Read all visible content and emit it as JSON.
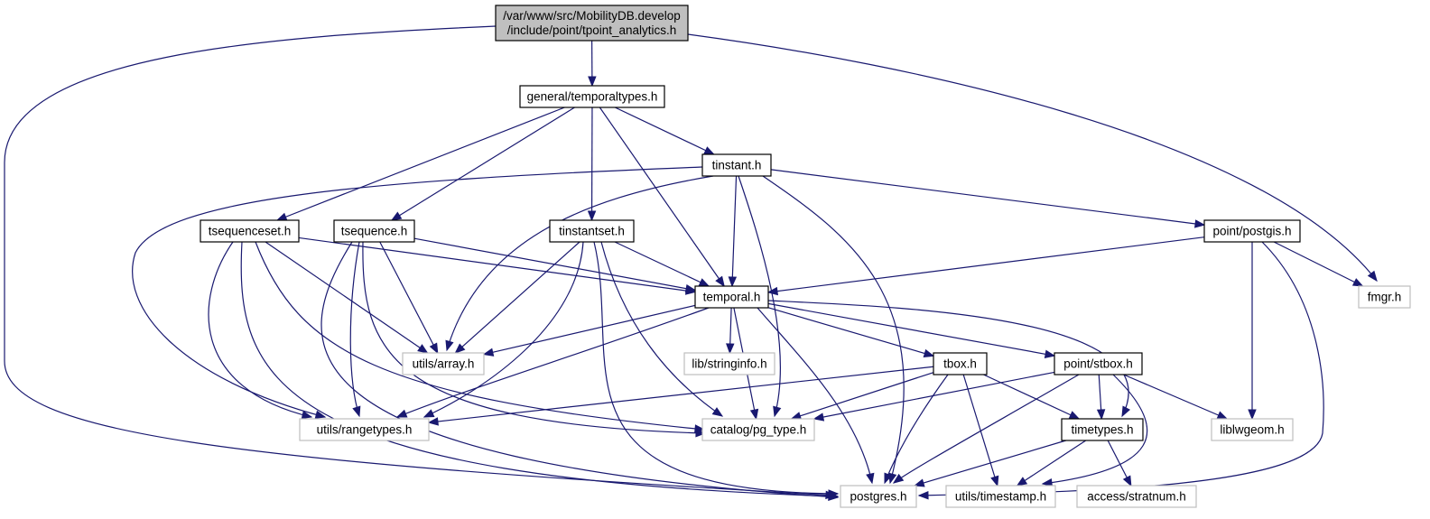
{
  "graph": {
    "nodes": [
      {
        "id": "main",
        "kind": "main",
        "lines": [
          "/var/www/src/MobilityDB.develop",
          "/include/point/tpoint_analytics.h"
        ]
      },
      {
        "id": "temporaltypes",
        "kind": "file",
        "lines": [
          "general/temporaltypes.h"
        ]
      },
      {
        "id": "tinstant",
        "kind": "file",
        "lines": [
          "tinstant.h"
        ]
      },
      {
        "id": "tsequenceset",
        "kind": "file",
        "lines": [
          "tsequenceset.h"
        ]
      },
      {
        "id": "tsequence",
        "kind": "file",
        "lines": [
          "tsequence.h"
        ]
      },
      {
        "id": "tinstantset",
        "kind": "file",
        "lines": [
          "tinstantset.h"
        ]
      },
      {
        "id": "postgis",
        "kind": "file",
        "lines": [
          "point/postgis.h"
        ]
      },
      {
        "id": "temporal",
        "kind": "file",
        "lines": [
          "temporal.h"
        ]
      },
      {
        "id": "fmgr",
        "kind": "ext",
        "lines": [
          "fmgr.h"
        ]
      },
      {
        "id": "array",
        "kind": "ext",
        "lines": [
          "utils/array.h"
        ]
      },
      {
        "id": "stringinfo",
        "kind": "ext",
        "lines": [
          "lib/stringinfo.h"
        ]
      },
      {
        "id": "tbox",
        "kind": "file",
        "lines": [
          "tbox.h"
        ]
      },
      {
        "id": "stbox",
        "kind": "file",
        "lines": [
          "point/stbox.h"
        ]
      },
      {
        "id": "rangetypes",
        "kind": "ext",
        "lines": [
          "utils/rangetypes.h"
        ]
      },
      {
        "id": "pg_type",
        "kind": "ext",
        "lines": [
          "catalog/pg_type.h"
        ]
      },
      {
        "id": "timetypes",
        "kind": "file",
        "lines": [
          "timetypes.h"
        ]
      },
      {
        "id": "liblwgeom",
        "kind": "ext",
        "lines": [
          "liblwgeom.h"
        ]
      },
      {
        "id": "postgres",
        "kind": "ext",
        "lines": [
          "postgres.h"
        ]
      },
      {
        "id": "timestamp",
        "kind": "ext",
        "lines": [
          "utils/timestamp.h"
        ]
      },
      {
        "id": "stratnum",
        "kind": "ext",
        "lines": [
          "access/stratnum.h"
        ]
      }
    ],
    "edges": [
      [
        "main",
        "temporaltypes"
      ],
      [
        "main",
        "postgres"
      ],
      [
        "main",
        "fmgr"
      ],
      [
        "temporaltypes",
        "tinstant"
      ],
      [
        "temporaltypes",
        "tsequenceset"
      ],
      [
        "temporaltypes",
        "tsequence"
      ],
      [
        "temporaltypes",
        "tinstantset"
      ],
      [
        "temporaltypes",
        "temporal"
      ],
      [
        "tinstant",
        "postgis"
      ],
      [
        "tinstant",
        "temporal"
      ],
      [
        "tinstant",
        "array"
      ],
      [
        "tinstant",
        "rangetypes"
      ],
      [
        "tinstant",
        "pg_type"
      ],
      [
        "tinstant",
        "postgres"
      ],
      [
        "postgis",
        "temporal"
      ],
      [
        "postgis",
        "fmgr"
      ],
      [
        "postgis",
        "liblwgeom"
      ],
      [
        "postgis",
        "postgres"
      ],
      [
        "tsequenceset",
        "temporal"
      ],
      [
        "tsequenceset",
        "array"
      ],
      [
        "tsequenceset",
        "rangetypes"
      ],
      [
        "tsequenceset",
        "pg_type"
      ],
      [
        "tsequenceset",
        "postgres"
      ],
      [
        "tsequence",
        "temporal"
      ],
      [
        "tsequence",
        "array"
      ],
      [
        "tsequence",
        "rangetypes"
      ],
      [
        "tsequence",
        "pg_type"
      ],
      [
        "tsequence",
        "postgres"
      ],
      [
        "tinstantset",
        "temporal"
      ],
      [
        "tinstantset",
        "array"
      ],
      [
        "tinstantset",
        "rangetypes"
      ],
      [
        "tinstantset",
        "pg_type"
      ],
      [
        "tinstantset",
        "postgres"
      ],
      [
        "temporal",
        "array"
      ],
      [
        "temporal",
        "stringinfo"
      ],
      [
        "temporal",
        "tbox"
      ],
      [
        "temporal",
        "stbox"
      ],
      [
        "temporal",
        "rangetypes"
      ],
      [
        "temporal",
        "pg_type"
      ],
      [
        "temporal",
        "timetypes"
      ],
      [
        "temporal",
        "postgres"
      ],
      [
        "tbox",
        "rangetypes"
      ],
      [
        "tbox",
        "pg_type"
      ],
      [
        "tbox",
        "timetypes"
      ],
      [
        "tbox",
        "postgres"
      ],
      [
        "tbox",
        "timestamp"
      ],
      [
        "stbox",
        "pg_type"
      ],
      [
        "stbox",
        "timetypes"
      ],
      [
        "stbox",
        "liblwgeom"
      ],
      [
        "stbox",
        "postgres"
      ],
      [
        "stbox",
        "timestamp"
      ],
      [
        "timetypes",
        "postgres"
      ],
      [
        "timetypes",
        "timestamp"
      ],
      [
        "timetypes",
        "stratnum"
      ]
    ]
  }
}
